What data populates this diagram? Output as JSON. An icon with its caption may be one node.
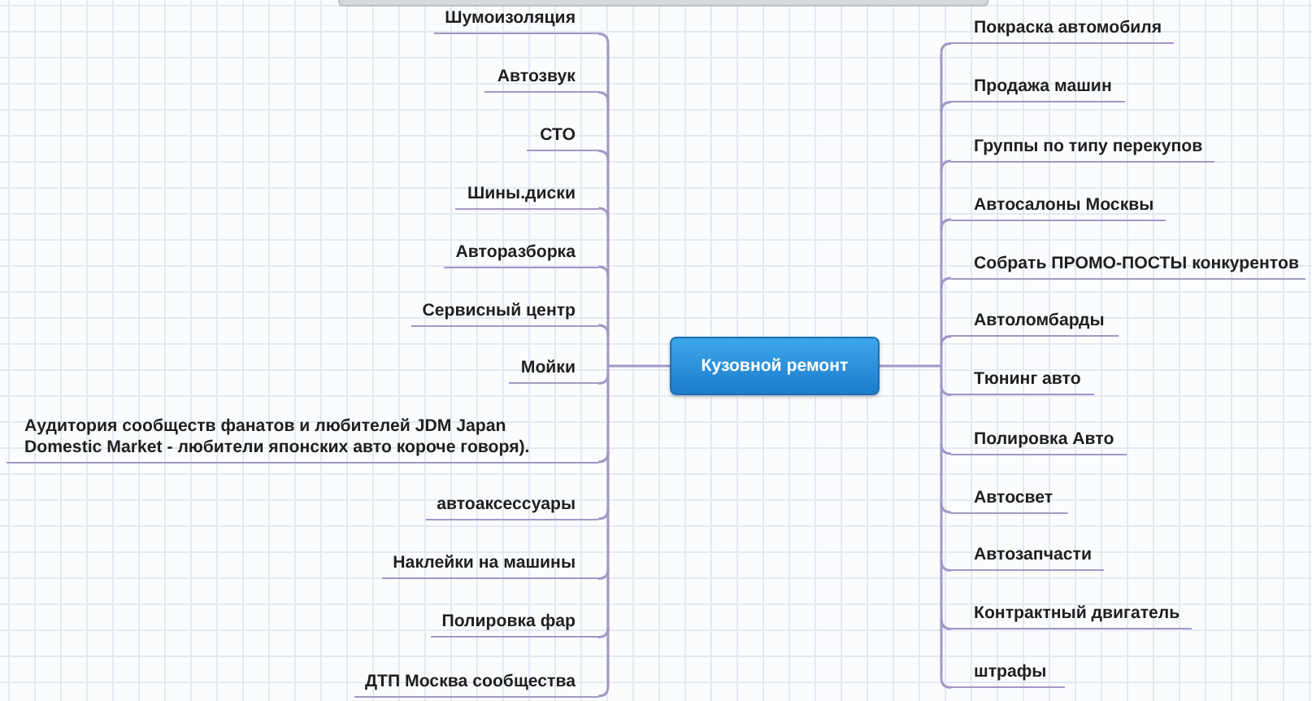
{
  "diagram": {
    "nodes": [
      {
        "text": [
          "Кузовной ремонт"
        ]
      },
      {
        "text": [
          "Шумоизоляция"
        ]
      },
      {
        "text": [
          "Автозвук"
        ]
      },
      {
        "text": [
          "СТО"
        ]
      },
      {
        "text": [
          "Шины.диски"
        ]
      },
      {
        "text": [
          "Авторазборка"
        ]
      },
      {
        "text": [
          "Сервисный центр"
        ]
      },
      {
        "text": [
          "Мойки"
        ]
      },
      {
        "text": [
          "Аудитория сообществ фанатов и любителей JDM Japan Domestic Market - любители японских авто короче говоря)."
        ]
      },
      {
        "text": [
          "автоаксессуары"
        ]
      },
      {
        "text": [
          "Наклейки на машины"
        ]
      },
      {
        "text": [
          "Полировка фар"
        ]
      },
      {
        "text": [
          "ДТП Москва сообщества"
        ]
      },
      {
        "text": [
          "Покраска автомобиля"
        ]
      },
      {
        "text": [
          "Продажа машин"
        ]
      },
      {
        "text": [
          "Группы по типу перекупов"
        ]
      },
      {
        "text": [
          "Автосалоны Москвы"
        ]
      },
      {
        "text": [
          "Собрать ПРОМО-ПОСТЫ конкурентов"
        ]
      },
      {
        "text": [
          "Автоломбарды"
        ]
      },
      {
        "text": [
          "Тюнинг авто"
        ]
      },
      {
        "text": [
          "Полировка Авто"
        ]
      },
      {
        "text": [
          "Автосвет"
        ]
      },
      {
        "text": [
          "Автозапчасти"
        ]
      },
      {
        "text": [
          "Контрактный двигатель"
        ]
      },
      {
        "text": [
          "штрафы"
        ]
      }
    ],
    "edges": [
      {
        "from": 0,
        "to": 1,
        "arrow": "none"
      },
      {
        "from": 0,
        "to": 2,
        "arrow": "none"
      },
      {
        "from": 0,
        "to": 3,
        "arrow": "none"
      },
      {
        "from": 0,
        "to": 4,
        "arrow": "none"
      },
      {
        "from": 0,
        "to": 5,
        "arrow": "none"
      },
      {
        "from": 0,
        "to": 6,
        "arrow": "none"
      },
      {
        "from": 0,
        "to": 7,
        "arrow": "none"
      },
      {
        "from": 0,
        "to": 8,
        "arrow": "none"
      },
      {
        "from": 0,
        "to": 9,
        "arrow": "none"
      },
      {
        "from": 0,
        "to": 10,
        "arrow": "none"
      },
      {
        "from": 0,
        "to": 11,
        "arrow": "none"
      },
      {
        "from": 0,
        "to": 12,
        "arrow": "none"
      },
      {
        "from": 0,
        "to": 13,
        "arrow": "none"
      },
      {
        "from": 0,
        "to": 14,
        "arrow": "none"
      },
      {
        "from": 0,
        "to": 15,
        "arrow": "none"
      },
      {
        "from": 0,
        "to": 16,
        "arrow": "none"
      },
      {
        "from": 0,
        "to": 17,
        "arrow": "none"
      },
      {
        "from": 0,
        "to": 18,
        "arrow": "none"
      },
      {
        "from": 0,
        "to": 19,
        "arrow": "none"
      },
      {
        "from": 0,
        "to": 20,
        "arrow": "none"
      },
      {
        "from": 0,
        "to": 21,
        "arrow": "none"
      },
      {
        "from": 0,
        "to": 22,
        "arrow": "none"
      },
      {
        "from": 0,
        "to": 23,
        "arrow": "none"
      },
      {
        "from": 0,
        "to": 24,
        "arrow": "none"
      }
    ]
  }
}
